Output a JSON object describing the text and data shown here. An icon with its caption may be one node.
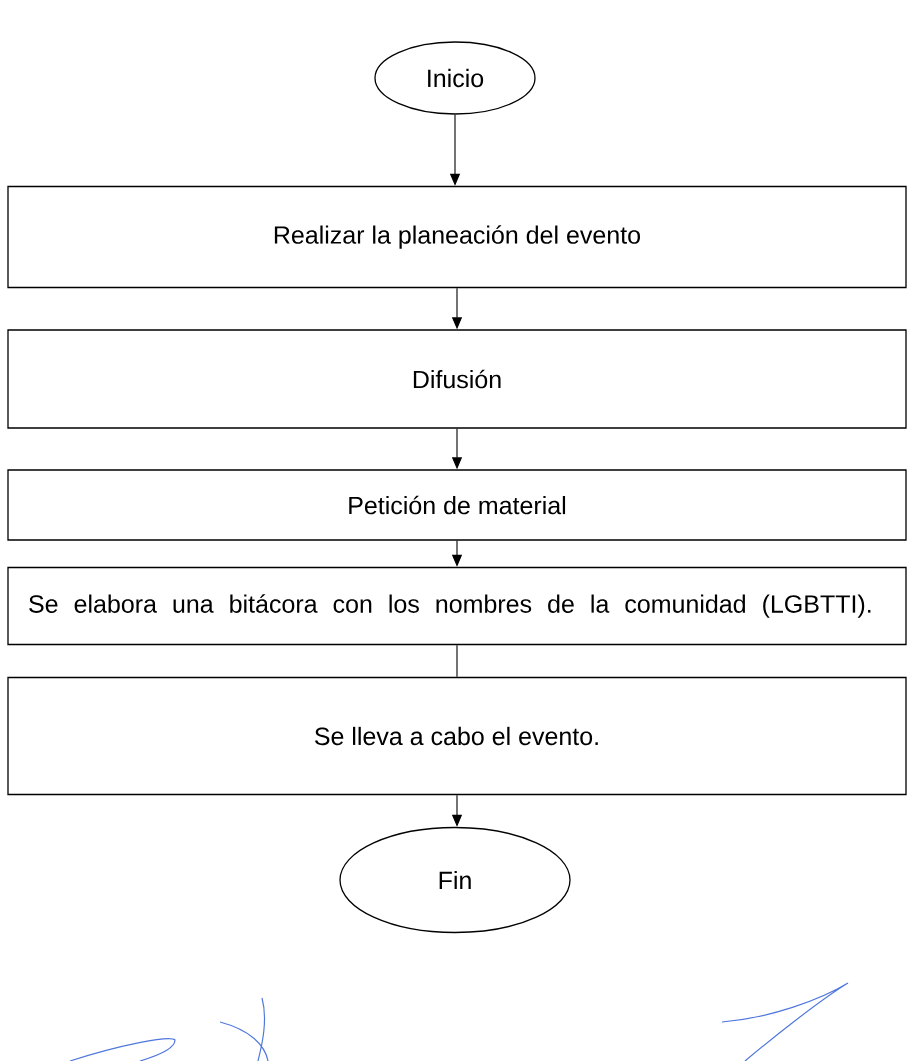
{
  "diagram": {
    "nodes": [
      {
        "text": [
          "Inicio"
        ]
      },
      {
        "text": [
          "Realizar la planeación del evento"
        ]
      },
      {
        "text": [
          "Difusión"
        ]
      },
      {
        "text": [
          "Petición de material"
        ]
      },
      {
        "text": [
          "Se elabora una bitácora con los nombres de la comunidad (LGBTTI)."
        ]
      },
      {
        "text": [
          "Se lleva a cabo el evento."
        ]
      },
      {
        "text": [
          "Fin"
        ]
      }
    ],
    "edges": [
      {
        "from": 0,
        "to": 1,
        "arrow": "to"
      },
      {
        "from": 1,
        "to": 2,
        "arrow": "to"
      },
      {
        "from": 2,
        "to": 3,
        "arrow": "to"
      },
      {
        "from": 3,
        "to": 4,
        "arrow": "to"
      },
      {
        "from": 4,
        "to": 5,
        "arrow": "none"
      },
      {
        "from": 5,
        "to": 6,
        "arrow": "to"
      }
    ]
  }
}
